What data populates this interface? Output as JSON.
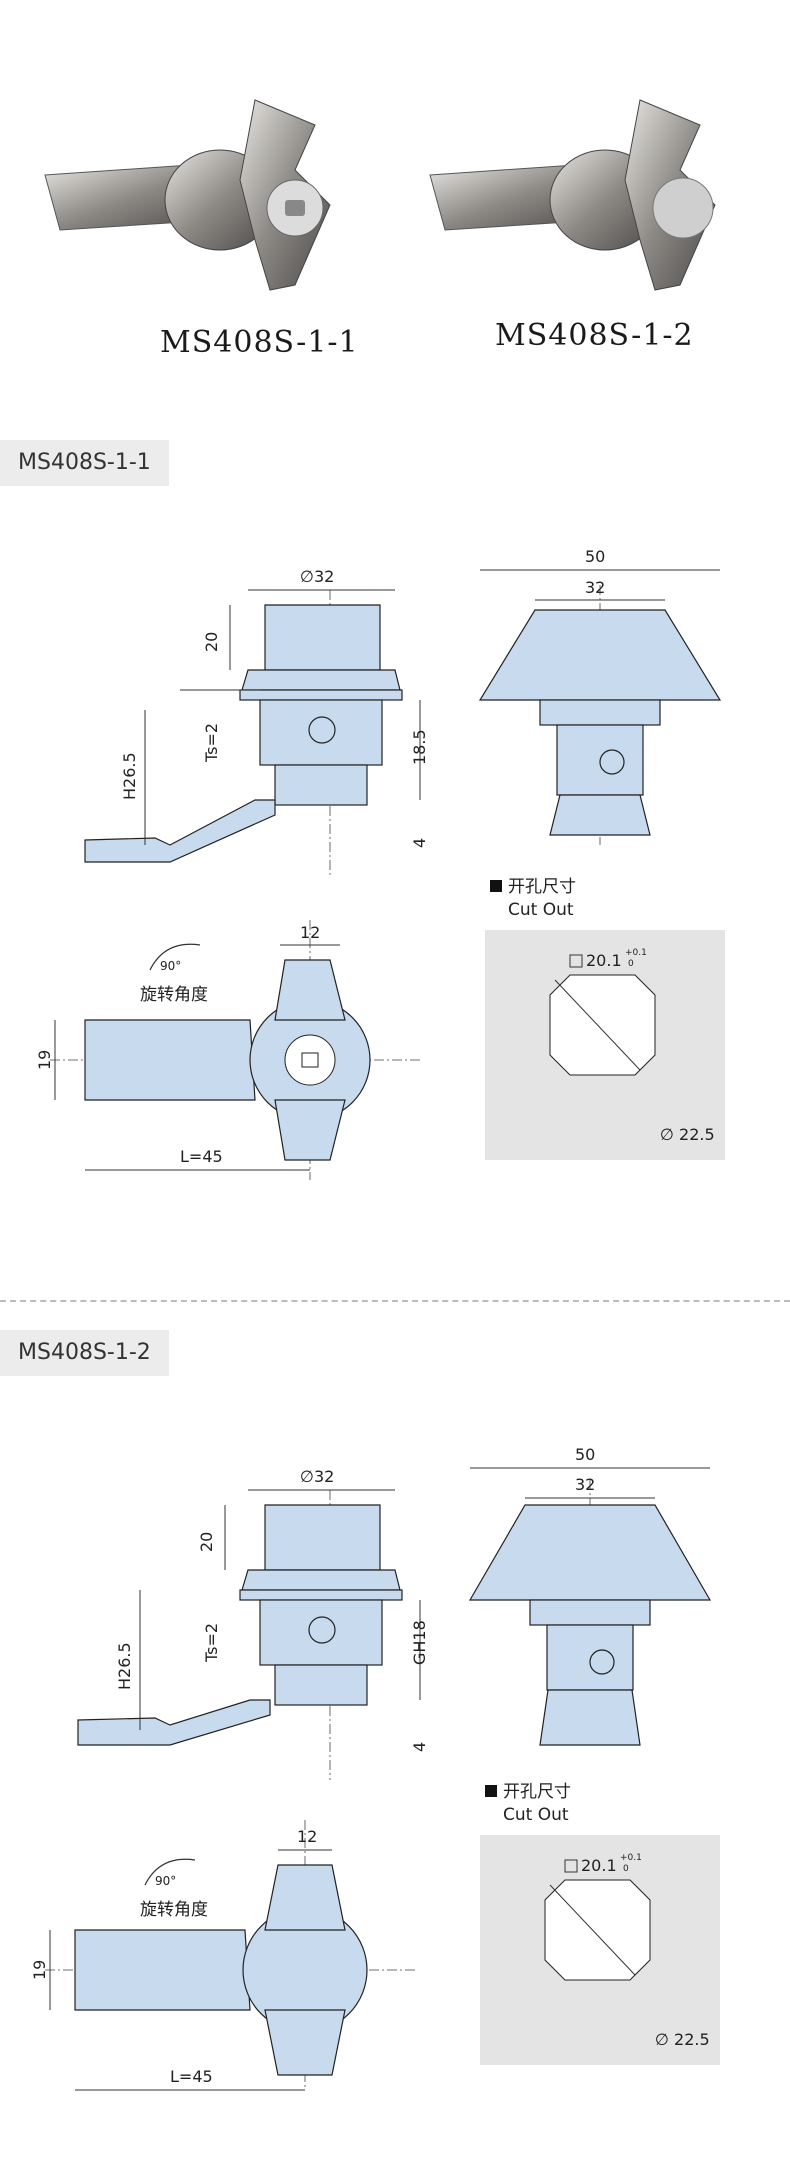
{
  "products": [
    {
      "label": "MS408S-1-1"
    },
    {
      "label": "MS408S-1-2"
    }
  ],
  "sections": [
    {
      "title": "MS408S-1-1",
      "side_dims": {
        "diameter": "∅32",
        "top_height": "20",
        "ts": "Ts=2",
        "thread": "18.5",
        "h": "H26.5",
        "bottom": "4"
      },
      "front_dims": {
        "outer": "50",
        "inner": "32"
      },
      "plan_dims": {
        "width": "12",
        "height": "19",
        "length": "L=45"
      },
      "rotation": {
        "angle": "90°",
        "label": "旋转角度"
      },
      "cutout": {
        "title_cn": "开孔尺寸",
        "title_en": "Cut Out",
        "square": "20.1",
        "tol_upper": "+0.1",
        "tol_lower": "0",
        "diameter": "∅ 22.5"
      }
    },
    {
      "title": "MS408S-1-2",
      "side_dims": {
        "diameter": "∅32",
        "top_height": "20",
        "ts": "Ts=2",
        "thread": "GH18",
        "h": "H26.5",
        "bottom": "4"
      },
      "front_dims": {
        "outer": "50",
        "inner": "32"
      },
      "plan_dims": {
        "width": "12",
        "height": "19",
        "length": "L=45"
      },
      "rotation": {
        "angle": "90°",
        "label": "旋转角度"
      },
      "cutout": {
        "title_cn": "开孔尺寸",
        "title_en": "Cut Out",
        "square": "20.1",
        "tol_upper": "+0.1",
        "tol_lower": "0",
        "diameter": "∅ 22.5"
      }
    }
  ]
}
